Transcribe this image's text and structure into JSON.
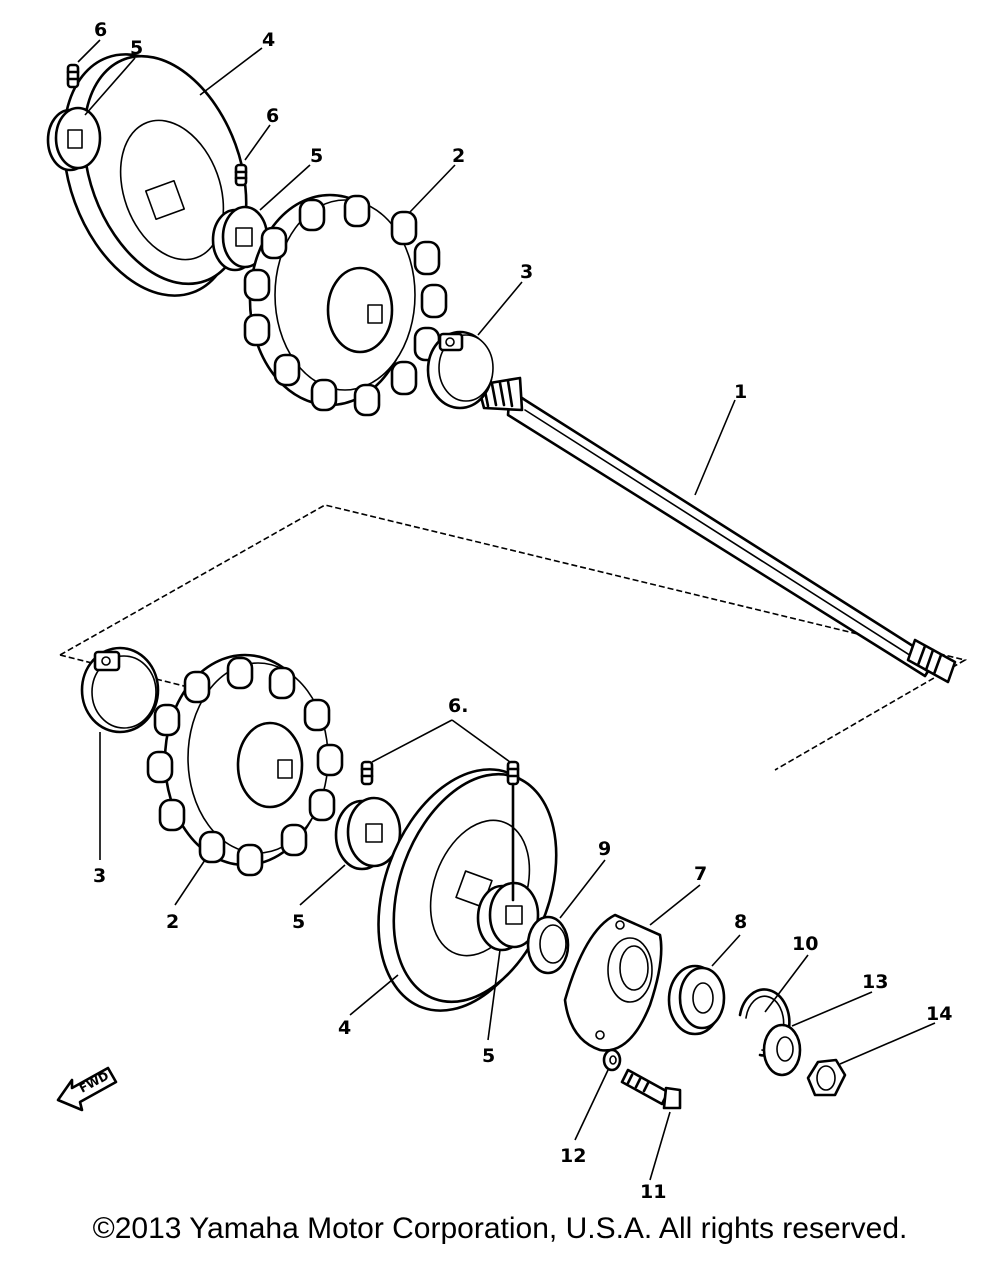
{
  "diagram": {
    "callouts": {
      "c1": "1",
      "c2_top": "2",
      "c2_bottom": "2",
      "c3_top": "3",
      "c3_bottom": "3",
      "c4_top": "4",
      "c4_bottom": "4",
      "c5_top_left": "5",
      "c5_top_mid": "5",
      "c5_bottom_left": "5",
      "c5_bottom_mid": "5",
      "c6_top_left": "6",
      "c6_top_mid": "6",
      "c6_bottom": "6.",
      "c7": "7",
      "c8": "8",
      "c9": "9",
      "c10": "10",
      "c11": "11",
      "c12": "12",
      "c13": "13",
      "c14": "14"
    },
    "fwd_label": "FWD"
  },
  "footer": {
    "copyright": "©2013 Yamaha Motor Corporation, U.S.A. All rights reserved."
  }
}
